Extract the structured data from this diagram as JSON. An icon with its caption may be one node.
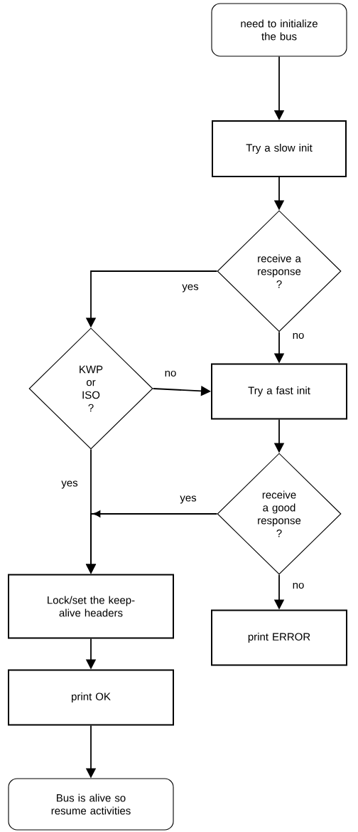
{
  "diagram": {
    "nodes": [
      {
        "text": [
          "need to initialize the bus"
        ]
      },
      {
        "text": [
          "Try a slow init"
        ]
      },
      {
        "text": [
          "receive a response ?"
        ]
      },
      {
        "text": [
          "KWP or ISO ?"
        ]
      },
      {
        "text": [
          "Try a fast init"
        ]
      },
      {
        "text": [
          "receive a good response ?"
        ]
      },
      {
        "text": [
          "print ERROR"
        ]
      },
      {
        "text": [
          "Lock/set the keep-alive headers"
        ]
      },
      {
        "text": [
          "print OK"
        ]
      },
      {
        "text": [
          "Bus is alive so resume activities"
        ]
      }
    ],
    "edges": [
      {
        "from": 0,
        "to": 1,
        "arrow": "to"
      },
      {
        "from": 1,
        "to": 2,
        "arrow": "to"
      },
      {
        "from": 2,
        "to": 3,
        "arrow": "to",
        "label": "yes"
      },
      {
        "from": 2,
        "to": 4,
        "arrow": "to",
        "label": "no"
      },
      {
        "from": 3,
        "to": 4,
        "arrow": "to",
        "label": "no"
      },
      {
        "from": 4,
        "to": 5,
        "arrow": "to"
      },
      {
        "from": 3,
        "to": 7,
        "arrow": "to",
        "label": "yes"
      },
      {
        "from": 5,
        "to": 7,
        "arrow": "to",
        "label": "yes"
      },
      {
        "from": 5,
        "to": 6,
        "arrow": "to",
        "label": "no"
      },
      {
        "from": 7,
        "to": 8,
        "arrow": "to"
      },
      {
        "from": 8,
        "to": 9,
        "arrow": "to"
      }
    ]
  }
}
